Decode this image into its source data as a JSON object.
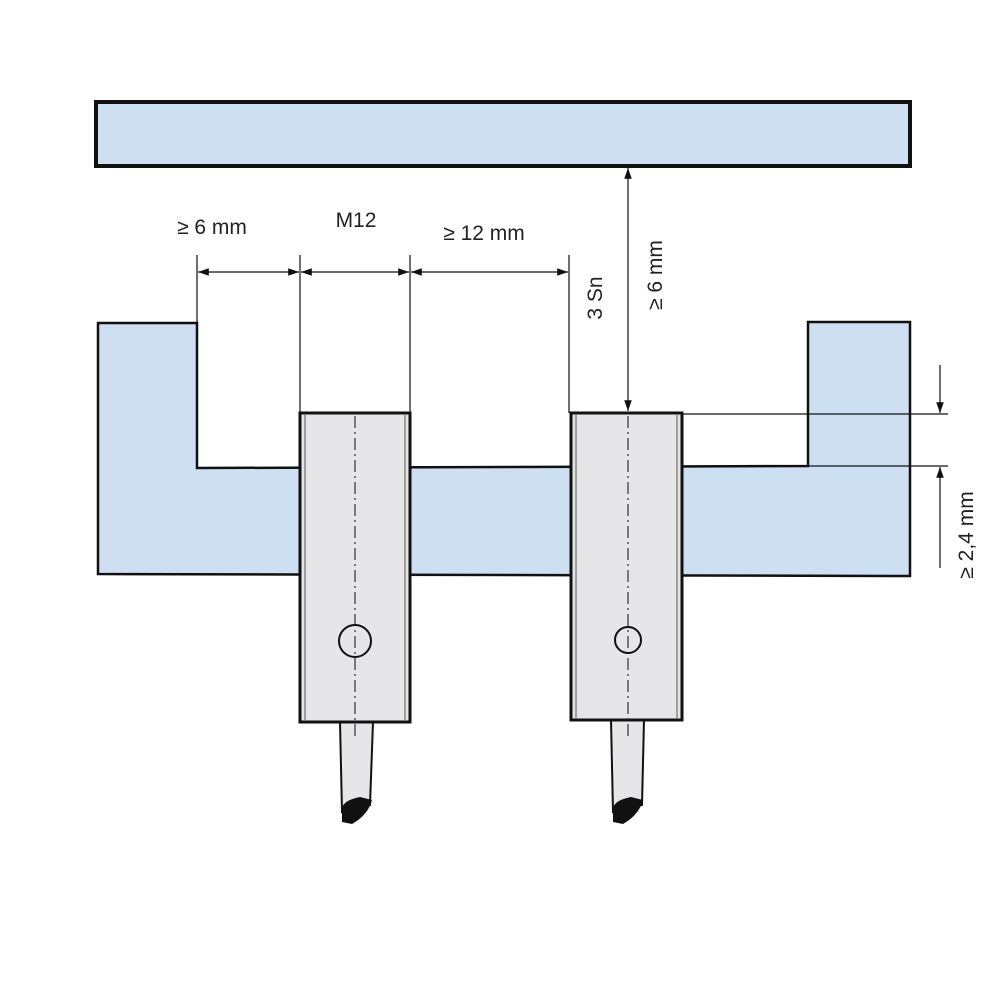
{
  "diagram": {
    "labels": {
      "side_clearance": "≥ 6 mm",
      "thread_size": "M12",
      "sensor_spacing": "≥ 12 mm",
      "switching_distance": "3 Sn",
      "target_clearance": "≥ 6 mm",
      "flush_offset": "≥ 2,4 mm"
    },
    "colors": {
      "metal_fill": "#cddff0",
      "sensor_fill": "#e6e6e9",
      "line": "#111111"
    }
  }
}
